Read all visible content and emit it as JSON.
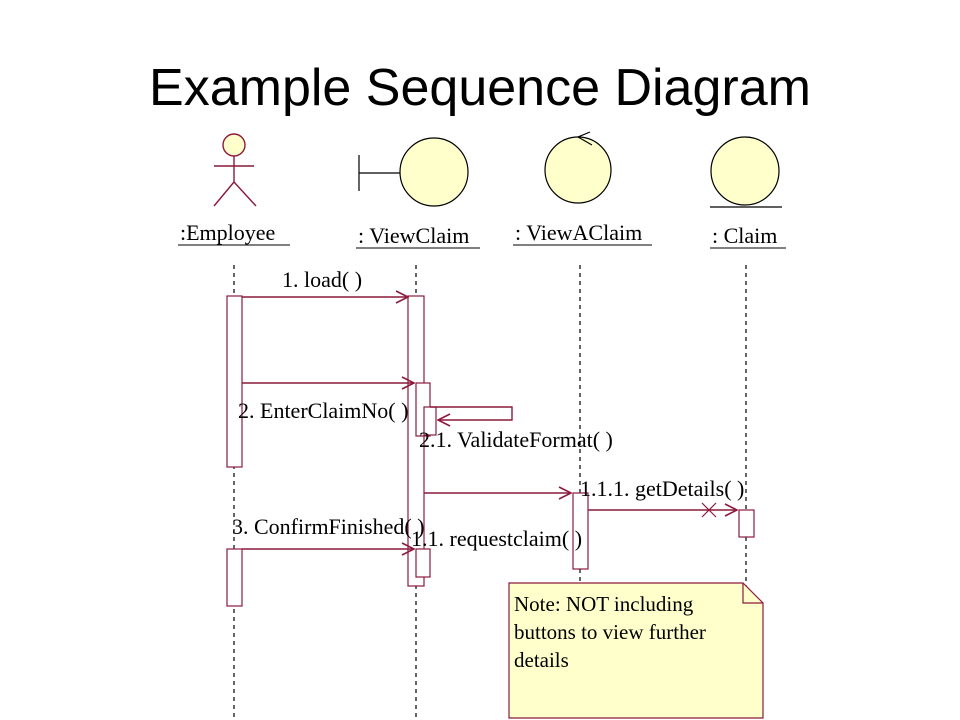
{
  "title": "Example Sequence Diagram",
  "colors": {
    "object_fill": "#FFFFCC",
    "message_line": "#8B1A3C",
    "note_fill": "#FFFFCC",
    "lifeline": "#000000"
  },
  "objects": [
    {
      "name": "employee",
      "label": ":Employee",
      "icon": "actor-icon"
    },
    {
      "name": "viewclaim",
      "label": ": ViewClaim",
      "icon": "boundary-icon"
    },
    {
      "name": "viewaclaim",
      "label": ": ViewAClaim",
      "icon": "control-icon"
    },
    {
      "name": "claim",
      "label": ": Claim",
      "icon": "entity-icon"
    }
  ],
  "messages": [
    {
      "name": "msg-load",
      "label": "1. load( )"
    },
    {
      "name": "msg-enter-claim-no",
      "label": "2. EnterClaimNo( )"
    },
    {
      "name": "msg-validate-format",
      "label": "2.1. ValidateFormat( )"
    },
    {
      "name": "msg-get-details",
      "label": "1.1.1. getDetails( )"
    },
    {
      "name": "msg-confirm-finished",
      "label": "3. ConfirmFinished( )"
    },
    {
      "name": "msg-request-claim",
      "label": "1.1. requestclaim( )"
    }
  ],
  "note": {
    "lines": [
      "Note: NOT including",
      "buttons to view further",
      "details"
    ]
  }
}
